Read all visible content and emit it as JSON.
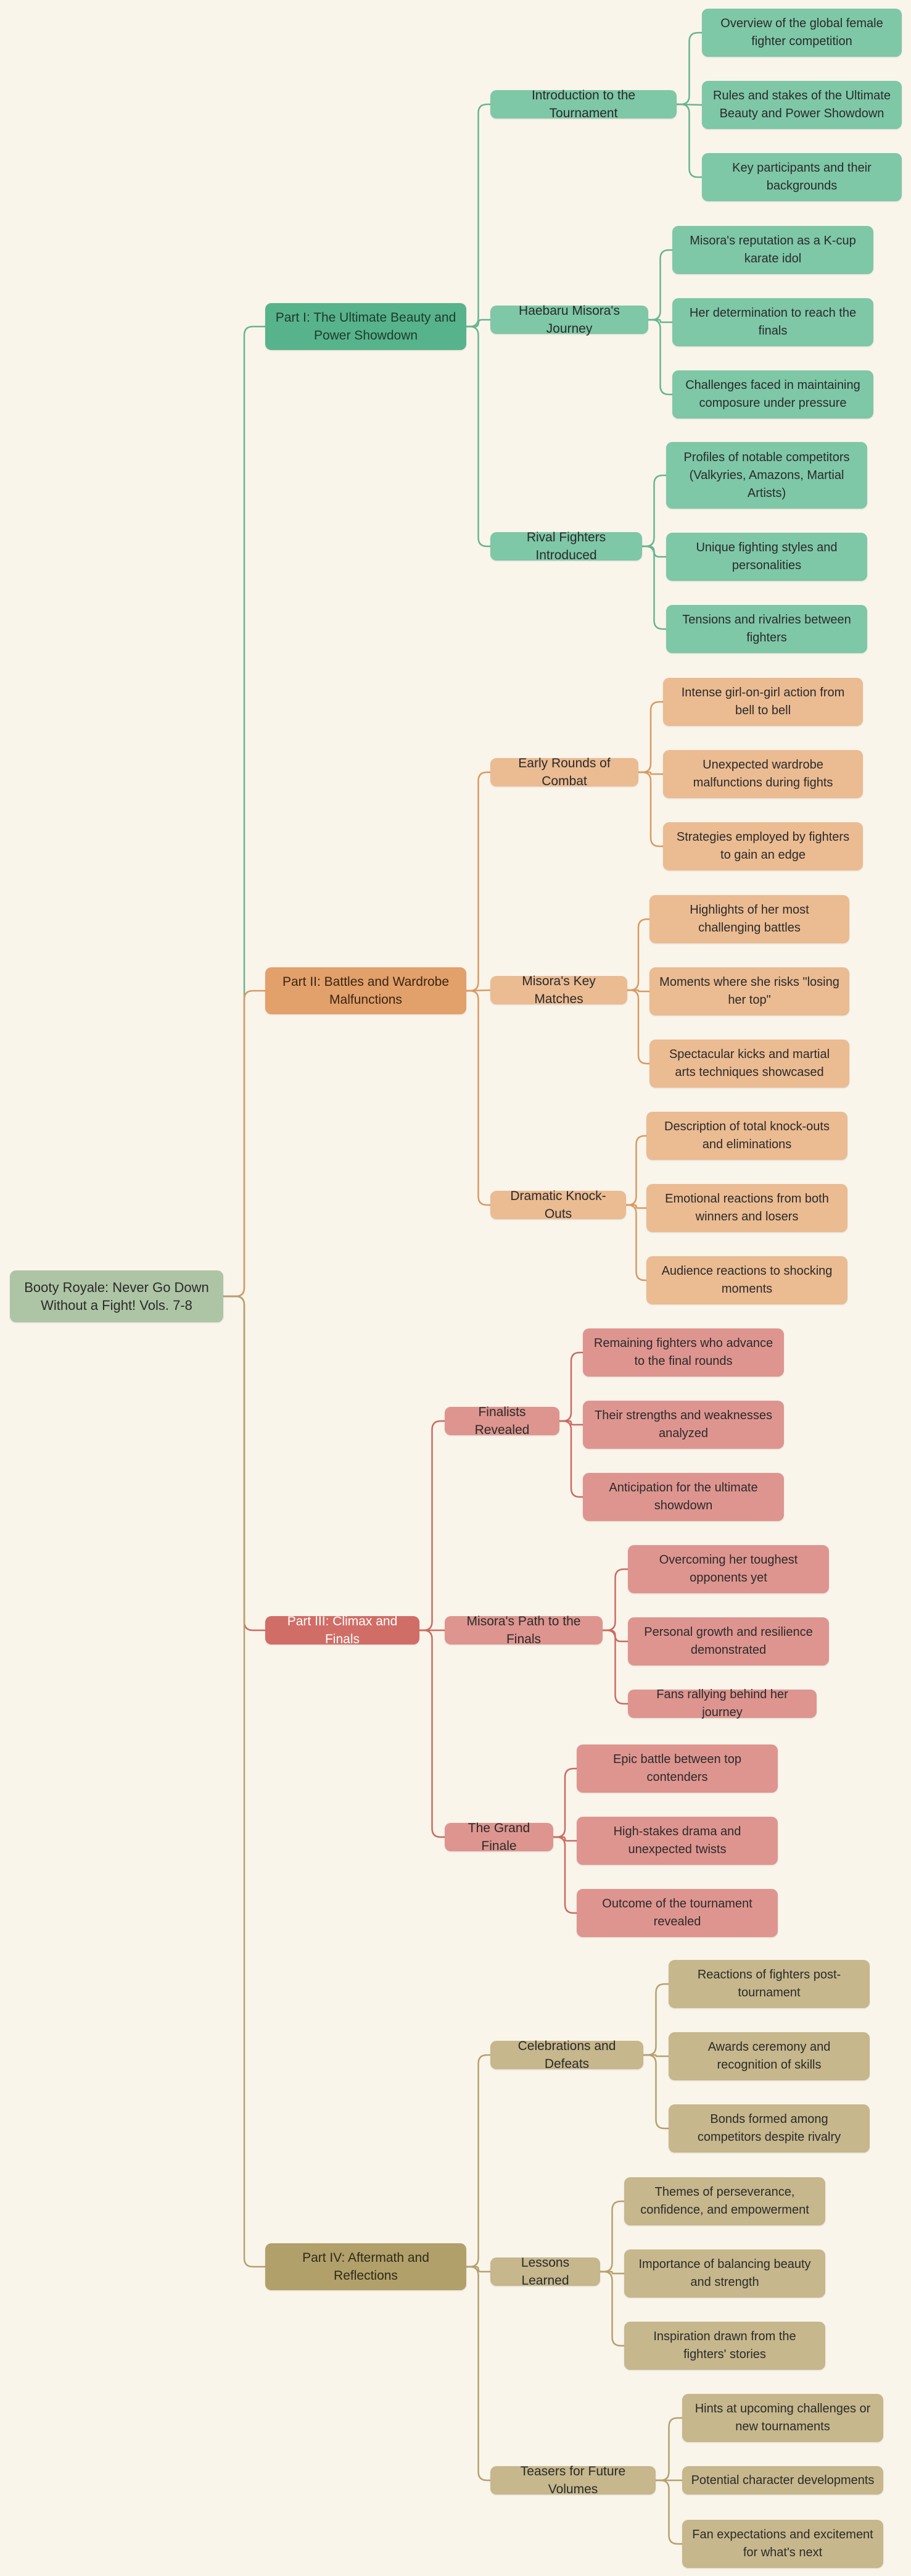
{
  "colors": {
    "background": "#faf5eb",
    "root": "#aec5a5",
    "groups": [
      {
        "main": "#57b38b",
        "sub": "#7ec7a7",
        "line": "#67b590",
        "text": "#1e3a2c"
      },
      {
        "main": "#e2a06a",
        "sub": "#ebbb92",
        "line": "#d89a63",
        "text": "#3a2414"
      },
      {
        "main": "#d06d66",
        "sub": "#de958f",
        "line": "#c96b63",
        "text": "#ffffff"
      },
      {
        "main": "#b1a06a",
        "sub": "#c6b78c",
        "line": "#b3a26e",
        "text": "#2f2a18"
      }
    ]
  },
  "root": "Booty Royale: Never Go Down Without a Fight! Vols. 7-8",
  "parts": [
    {
      "label": "Part I: The Ultimate Beauty and Power Showdown",
      "sections": [
        {
          "label": "Introduction to the Tournament",
          "items": [
            "Overview of the global female fighter competition",
            "Rules and stakes of the Ultimate Beauty and Power Showdown",
            "Key participants and their backgrounds"
          ]
        },
        {
          "label": "Haebaru Misora's Journey",
          "items": [
            "Misora's reputation as a K-cup karate idol",
            "Her determination to reach the finals",
            "Challenges faced in maintaining composure under pressure"
          ]
        },
        {
          "label": "Rival Fighters Introduced",
          "items": [
            "Profiles of notable competitors (Valkyries, Amazons, Martial Artists)",
            "Unique fighting styles and personalities",
            "Tensions and rivalries between fighters"
          ]
        }
      ]
    },
    {
      "label": "Part II: Battles and Wardrobe Malfunctions",
      "sections": [
        {
          "label": "Early Rounds of Combat",
          "items": [
            "Intense girl-on-girl action from bell to bell",
            "Unexpected wardrobe malfunctions during fights",
            "Strategies employed by fighters to gain an edge"
          ]
        },
        {
          "label": "Misora's Key Matches",
          "items": [
            "Highlights of her most challenging battles",
            "Moments where she risks \"losing her top\"",
            "Spectacular kicks and martial arts techniques showcased"
          ]
        },
        {
          "label": "Dramatic Knock-Outs",
          "items": [
            "Description of total knock-outs and eliminations",
            "Emotional reactions from both winners and losers",
            "Audience reactions to shocking moments"
          ]
        }
      ]
    },
    {
      "label": "Part III: Climax and Finals",
      "sections": [
        {
          "label": "Finalists Revealed",
          "items": [
            "Remaining fighters who advance to the final rounds",
            "Their strengths and weaknesses analyzed",
            "Anticipation for the ultimate showdown"
          ]
        },
        {
          "label": "Misora's Path to the Finals",
          "items": [
            "Overcoming her toughest opponents yet",
            "Personal growth and resilience demonstrated",
            "Fans rallying behind her journey"
          ]
        },
        {
          "label": "The Grand Finale",
          "items": [
            "Epic battle between top contenders",
            "High-stakes drama and unexpected twists",
            "Outcome of the tournament revealed"
          ]
        }
      ]
    },
    {
      "label": "Part IV: Aftermath and Reflections",
      "sections": [
        {
          "label": "Celebrations and Defeats",
          "items": [
            "Reactions of fighters post-tournament",
            "Awards ceremony and recognition of skills",
            "Bonds formed among competitors despite rivalry"
          ]
        },
        {
          "label": "Lessons Learned",
          "items": [
            "Themes of perseverance, confidence, and empowerment",
            "Importance of balancing beauty and strength",
            "Inspiration drawn from the fighters' stories"
          ]
        },
        {
          "label": "Teasers for Future Volumes",
          "items": [
            "Hints at upcoming challenges or new tournaments",
            "Potential character developments",
            "Fan expectations and excitement for what's next"
          ]
        }
      ]
    }
  ]
}
